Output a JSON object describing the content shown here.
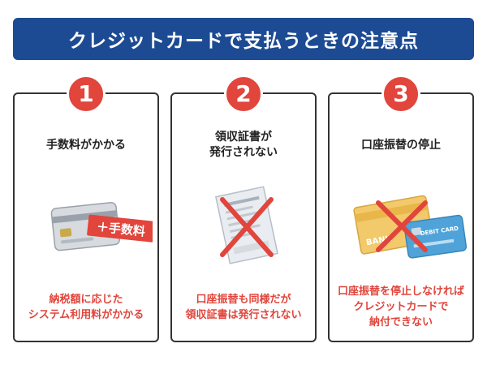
{
  "banner": {
    "title": "クレジットカードで支払うときの注意点"
  },
  "colors": {
    "banner_bg": "#1d4b93",
    "accent_red": "#e1453c",
    "card_border": "#333333"
  },
  "cards": [
    {
      "number": "1",
      "heading_lines": [
        "手数料がかかる"
      ],
      "illustration_icon": "credit-card-fee-icon",
      "tag_label": "＋手数料",
      "desc_lines": [
        "納税額に応じた",
        "システム利用料がかかる"
      ]
    },
    {
      "number": "2",
      "heading_lines": [
        "領収証書が",
        "発行されない"
      ],
      "illustration_icon": "receipt-crossed-icon",
      "desc_lines": [
        "口座振替も同様だが",
        "領収証書は発行されない"
      ]
    },
    {
      "number": "3",
      "heading_lines": [
        "口座振替の停止"
      ],
      "illustration_icon": "bank-card-crossed-icon",
      "card_labels": [
        "BANK",
        "DEBIT CARD"
      ],
      "desc_lines": [
        "口座振替を停止しなければ",
        "クレジットカードで",
        "納付できない"
      ]
    }
  ]
}
